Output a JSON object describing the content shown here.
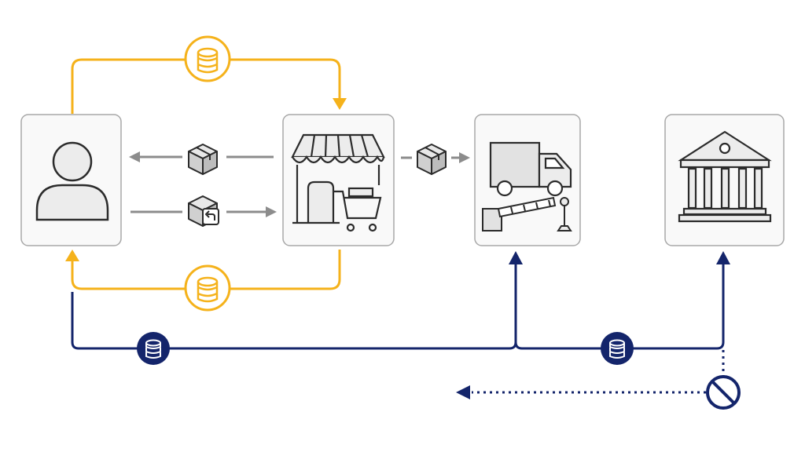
{
  "diagram": {
    "nodes": [
      {
        "id": "customer",
        "icon": "person-icon"
      },
      {
        "id": "shop",
        "icon": "storefront-icon"
      },
      {
        "id": "logistics",
        "icon": "truck-checkpoint-icon"
      },
      {
        "id": "bank",
        "icon": "bank-icon"
      }
    ],
    "flows": [
      {
        "from": "customer",
        "to": "shop",
        "kind": "payment",
        "icon": "coins-icon"
      },
      {
        "from": "shop",
        "to": "customer",
        "kind": "refund",
        "icon": "coins-icon"
      },
      {
        "from": "shop",
        "to": "customer",
        "kind": "package",
        "icon": "package-icon"
      },
      {
        "from": "customer",
        "to": "shop",
        "kind": "return",
        "icon": "return-package-icon"
      },
      {
        "from": "shop",
        "to": "logistics",
        "kind": "package",
        "icon": "package-icon"
      },
      {
        "from": "customer",
        "to": "logistics",
        "kind": "payment",
        "icon": "coins-icon"
      },
      {
        "from": "customer",
        "to": "bank",
        "kind": "payment",
        "icon": "coins-icon"
      },
      {
        "from": "bank",
        "to": "back",
        "kind": "blocked",
        "icon": "prohibited-icon"
      }
    ]
  },
  "colors": {
    "accent_yellow": "#F5B21B",
    "navy": "#14256B",
    "gray_arrow": "#8C8C8C",
    "box_border": "#A8A8A8",
    "icon_stroke": "#2B2B2B",
    "icon_fill": "#ECECEC"
  }
}
